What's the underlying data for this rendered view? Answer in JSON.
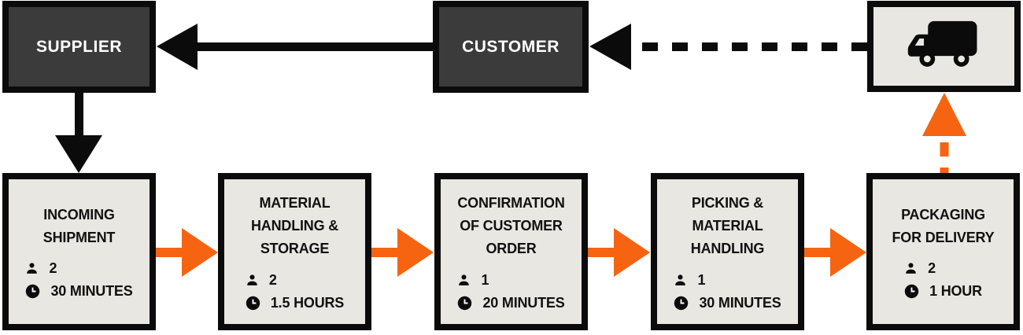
{
  "colors": {
    "orange": "#F66412",
    "dark": "#3B3B3B",
    "light": "#E8E7E1",
    "ink": "#0B0B0B",
    "text_light": "#FFFFFF",
    "text_dark": "#111111"
  },
  "nodes": {
    "supplier": {
      "label": "SUPPLIER"
    },
    "customer": {
      "label": "CUSTOMER"
    },
    "delivery_truck": {
      "icon": "truck-icon"
    }
  },
  "process_boxes": [
    {
      "title": "INCOMING\nSHIPMENT",
      "people": "2",
      "duration": "30 MINUTES"
    },
    {
      "title": "MATERIAL\nHANDLING &\nSTORAGE",
      "people": "2",
      "duration": "1.5 HOURS"
    },
    {
      "title": "CONFIRMATION\nOF CUSTOMER\nORDER",
      "people": "1",
      "duration": "20 MINUTES"
    },
    {
      "title": "PICKING &\nMATERIAL\nHANDLING",
      "people": "1",
      "duration": "30 MINUTES"
    },
    {
      "title": "PACKAGING\nFOR DELIVERY",
      "people": "2",
      "duration": "1 HOUR"
    }
  ],
  "icons": {
    "people": "person-icon",
    "time": "clock-icon",
    "delivery": "truck-icon"
  },
  "flows": [
    {
      "from": "customer",
      "to": "supplier",
      "style": "solid-black"
    },
    {
      "from": "delivery_truck",
      "to": "customer",
      "style": "dashed-black"
    },
    {
      "from": "supplier",
      "to": "incoming-shipment",
      "style": "solid-black"
    },
    {
      "from": "incoming-shipment",
      "to": "material-handling-storage",
      "style": "solid-orange"
    },
    {
      "from": "material-handling-storage",
      "to": "confirmation-of-customer-order",
      "style": "solid-orange"
    },
    {
      "from": "confirmation-of-customer-order",
      "to": "picking-material-handling",
      "style": "solid-orange"
    },
    {
      "from": "picking-material-handling",
      "to": "packaging-for-delivery",
      "style": "solid-orange"
    },
    {
      "from": "packaging-for-delivery",
      "to": "delivery_truck",
      "style": "dashed-orange"
    }
  ]
}
